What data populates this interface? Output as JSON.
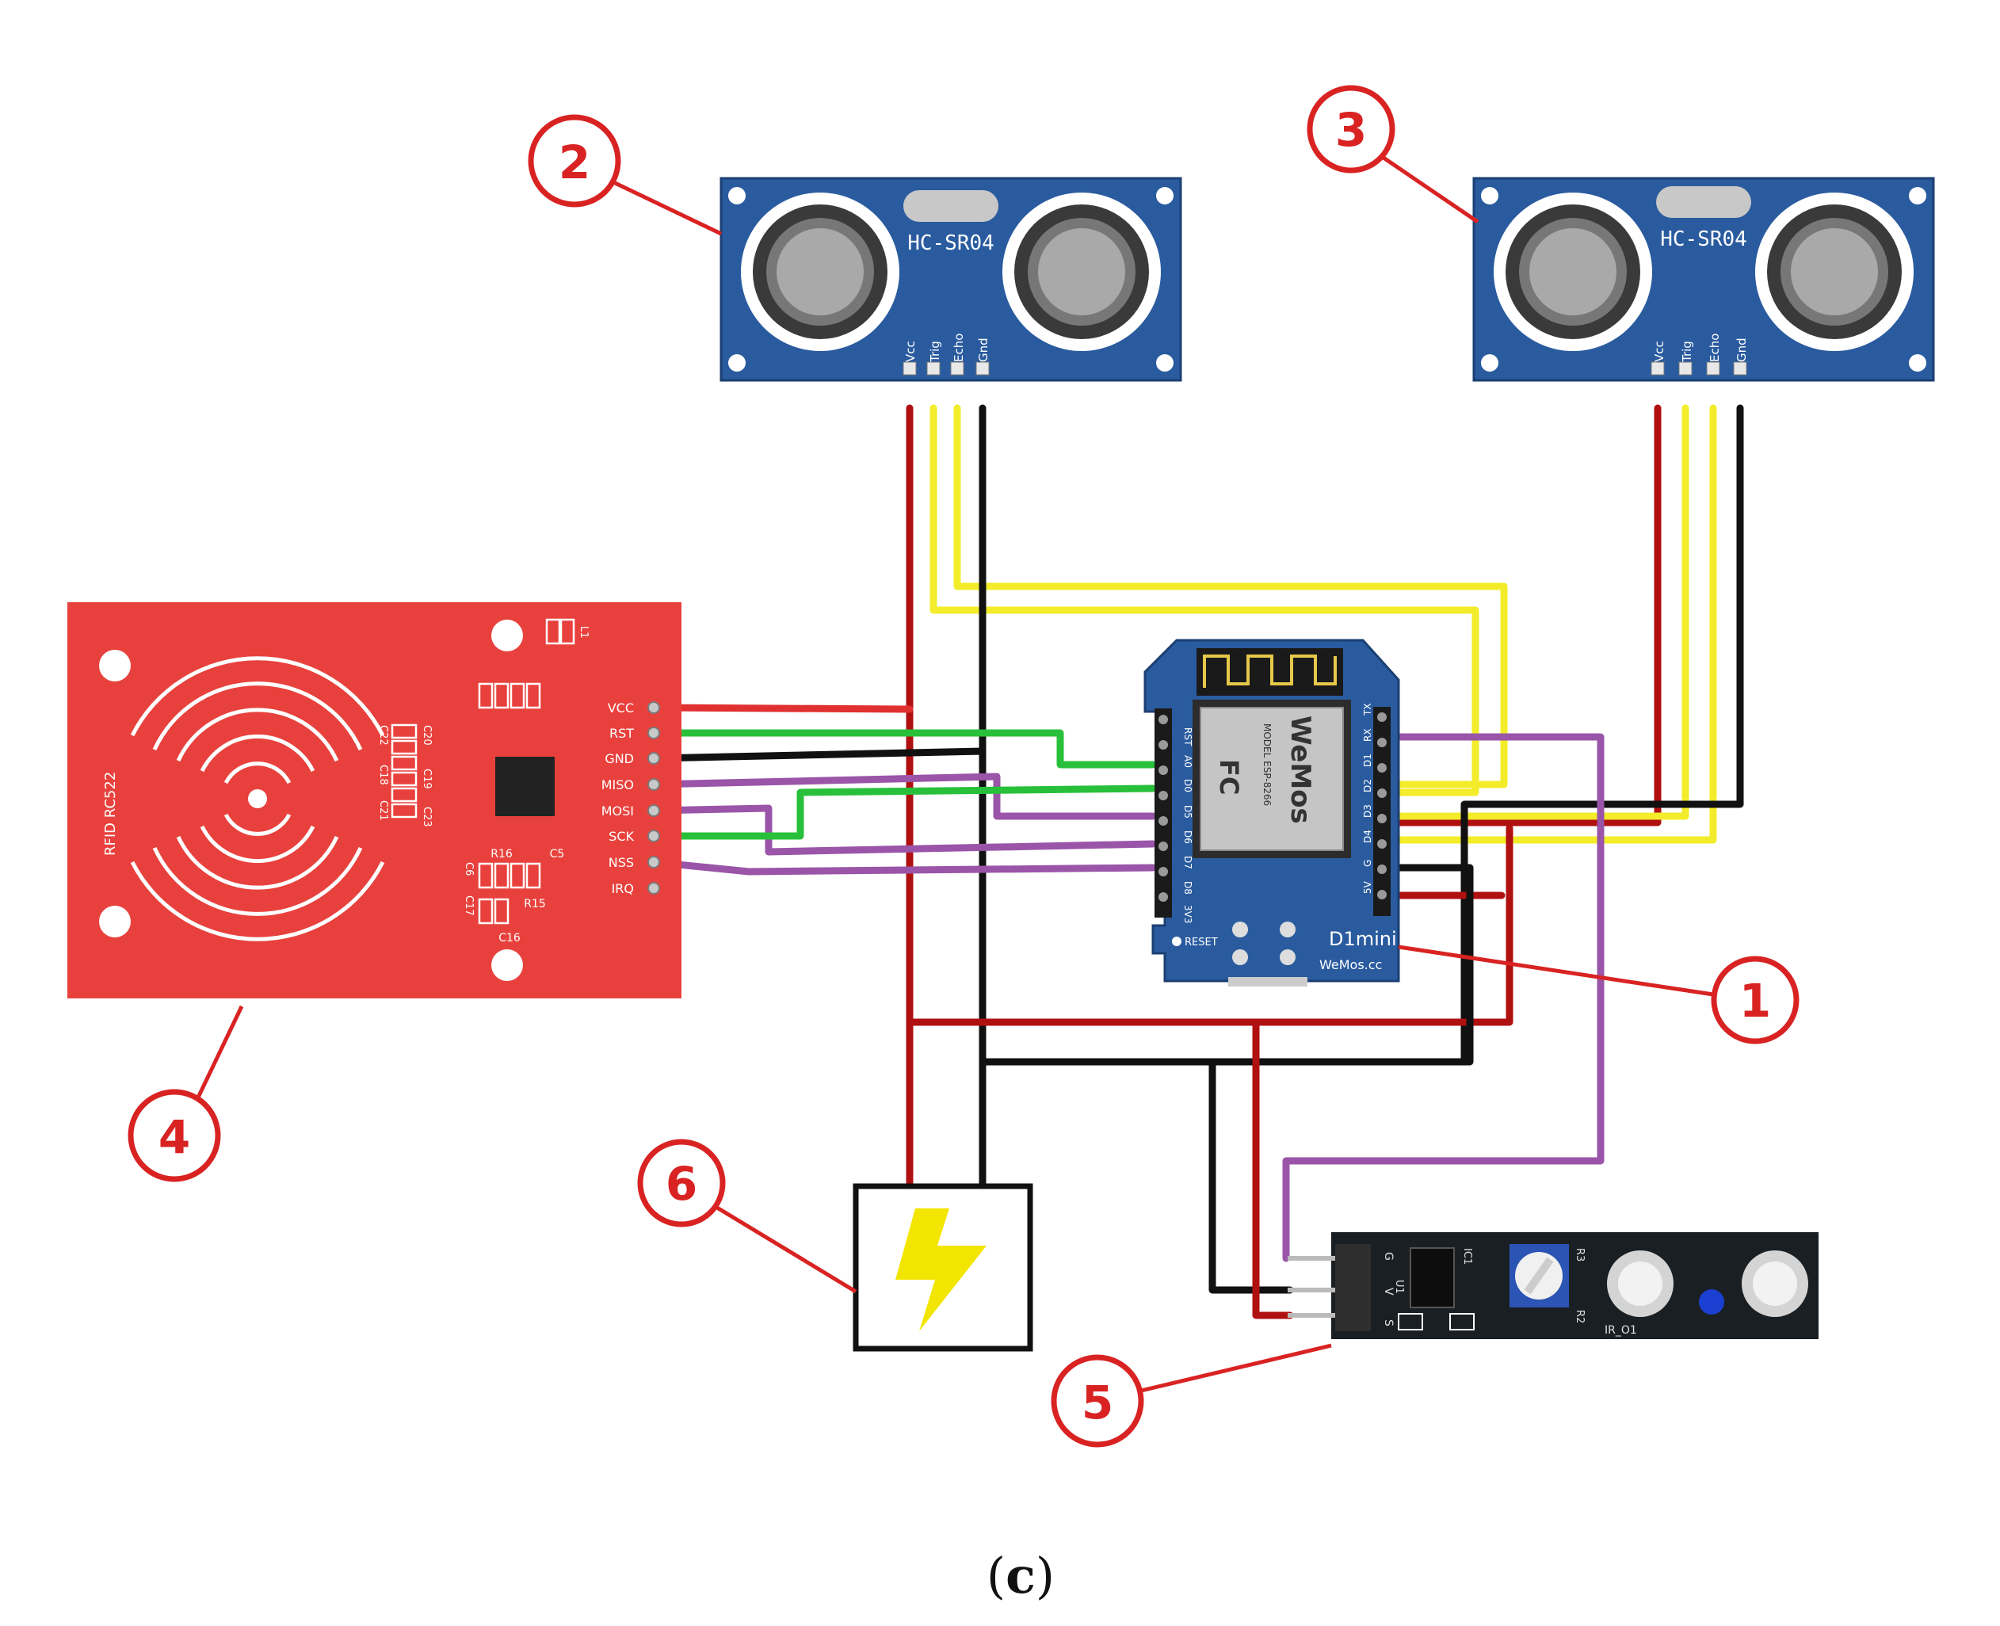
{
  "colors": {
    "board_blue": "#2a5b9f",
    "rfid_red": "#e8413d",
    "wire_red": "#b01010",
    "wire_black": "#111111",
    "wire_yellow": "#f3ec2a",
    "wire_green": "#28c03a",
    "wire_purple": "#9a55a8",
    "callout_red": "#d92323",
    "bolt_yellow": "#f2e500"
  },
  "callouts": {
    "c1": "1",
    "c2": "2",
    "c3": "3",
    "c4": "4",
    "c5": "5",
    "c6": "6"
  },
  "ultrasonic_left": {
    "model": "HC-SR04",
    "pins": [
      "Vcc",
      "Trig",
      "Echo",
      "Gnd"
    ]
  },
  "ultrasonic_right": {
    "model": "HC-SR04",
    "pins": [
      "Vcc",
      "Trig",
      "Echo",
      "Gnd"
    ]
  },
  "rfid": {
    "title": "RFID RC522",
    "pins": [
      "VCC",
      "RST",
      "GND",
      "MISO",
      "MOSI",
      "SCK",
      "NSS",
      "IRQ"
    ],
    "components": {
      "l1": "L1",
      "c20": "C20",
      "c18": "C18",
      "c19": "C19",
      "c21": "C21",
      "c22": "C22",
      "c23": "C23",
      "r16": "R16",
      "c5": "C5",
      "c6": "C6",
      "c17": "C17",
      "r15": "R15",
      "c16": "C16"
    }
  },
  "wemos": {
    "model": "D1mini",
    "brand": "WeMos.cc",
    "reset": "RESET",
    "chip_lines": [
      "WeMos",
      "MODEL ESP-8266",
      "FC"
    ],
    "left_pins": [
      "RST",
      "A0",
      "D0",
      "D5",
      "D6",
      "D7",
      "D8",
      "3V3"
    ],
    "right_pins": [
      "TX",
      "RX",
      "D1",
      "D2",
      "D3",
      "D4",
      "G",
      "5V"
    ]
  },
  "ir_sensor": {
    "pins": [
      "G",
      "V",
      "S"
    ],
    "labels": [
      "U1",
      "IC1",
      "R3",
      "R2",
      "IR_O1"
    ]
  },
  "caption": {
    "open": "(",
    "letter": "c",
    "close": ")"
  }
}
